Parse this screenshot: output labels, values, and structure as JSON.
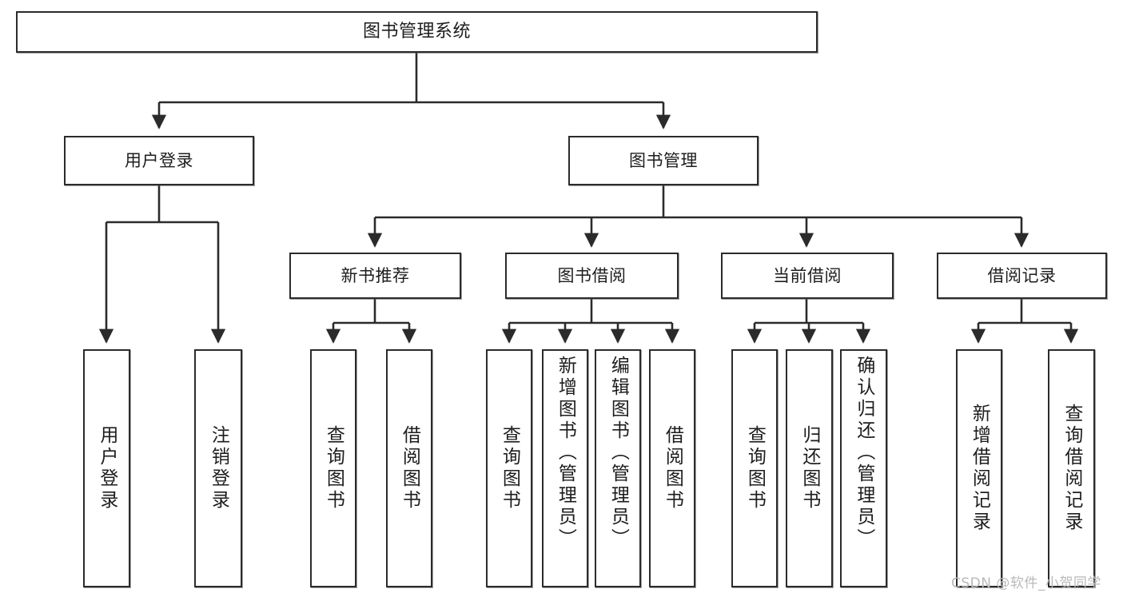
{
  "diagram": {
    "type": "hierarchy-tree",
    "title": "图书管理系统",
    "levels": {
      "root": "图书管理系统",
      "level2": [
        "用户登录",
        "图书管理"
      ],
      "level3": [
        "新书推荐",
        "图书借阅",
        "当前借阅",
        "借阅记录"
      ]
    },
    "nodes": {
      "root": {
        "label": "图书管理系统"
      },
      "user_login": {
        "label": "用户登录"
      },
      "book_manage": {
        "label": "图书管理"
      },
      "new_book_rec": {
        "label": "新书推荐"
      },
      "book_borrow": {
        "label": "图书借阅"
      },
      "current_borrow": {
        "label": "当前借阅"
      },
      "borrow_record": {
        "label": "借阅记录"
      },
      "leaf_user_login": {
        "label": "用户登录"
      },
      "leaf_user_logout": {
        "label": "注销登录"
      },
      "leaf_rec_query": {
        "label": "查询图书"
      },
      "leaf_rec_borrow": {
        "label": "借阅图书"
      },
      "leaf_borrow_query": {
        "label": "查询图书"
      },
      "leaf_borrow_add": {
        "label": "新增图书（管理员）"
      },
      "leaf_borrow_edit": {
        "label": "编辑图书（管理员）"
      },
      "leaf_borrow_do": {
        "label": "借阅图书"
      },
      "leaf_cur_query": {
        "label": "查询图书"
      },
      "leaf_cur_return": {
        "label": "归还图书"
      },
      "leaf_cur_confirm": {
        "label": "确认归还（管理员）"
      },
      "leaf_rec_add": {
        "label": "新增借阅记录"
      },
      "leaf_rec_search": {
        "label": "查询借阅记录"
      }
    },
    "edges": [
      {
        "from": "root",
        "to": "user_login"
      },
      {
        "from": "root",
        "to": "book_manage"
      },
      {
        "from": "user_login",
        "to": "leaf_user_login"
      },
      {
        "from": "user_login",
        "to": "leaf_user_logout"
      },
      {
        "from": "book_manage",
        "to": "new_book_rec"
      },
      {
        "from": "book_manage",
        "to": "book_borrow"
      },
      {
        "from": "book_manage",
        "to": "current_borrow"
      },
      {
        "from": "book_manage",
        "to": "borrow_record"
      },
      {
        "from": "new_book_rec",
        "to": "leaf_rec_query"
      },
      {
        "from": "new_book_rec",
        "to": "leaf_rec_borrow"
      },
      {
        "from": "book_borrow",
        "to": "leaf_borrow_query"
      },
      {
        "from": "book_borrow",
        "to": "leaf_borrow_add"
      },
      {
        "from": "book_borrow",
        "to": "leaf_borrow_edit"
      },
      {
        "from": "book_borrow",
        "to": "leaf_borrow_do"
      },
      {
        "from": "current_borrow",
        "to": "leaf_cur_query"
      },
      {
        "from": "current_borrow",
        "to": "leaf_cur_return"
      },
      {
        "from": "current_borrow",
        "to": "leaf_cur_confirm"
      },
      {
        "from": "borrow_record",
        "to": "leaf_rec_add"
      },
      {
        "from": "borrow_record",
        "to": "leaf_rec_search"
      }
    ]
  },
  "watermark": {
    "text": "CSDN @软件_小贺同学"
  },
  "colors": {
    "stroke": "#2b2b2b",
    "background": "#ffffff",
    "text": "#1d1d1d",
    "watermark": "#b9b9b9"
  }
}
